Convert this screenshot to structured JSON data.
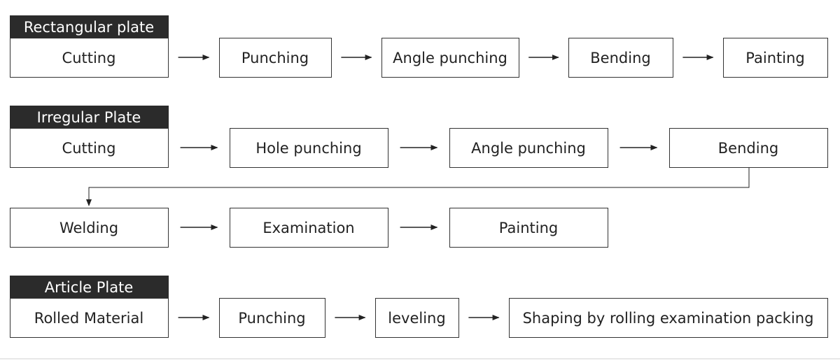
{
  "colors": {
    "header_bg": "#2b2b2b",
    "header_text": "#ffffff",
    "box_border": "#333333",
    "text": "#222222",
    "arrow": "#222222"
  },
  "sections": [
    {
      "key": "rectangular",
      "title": "Rectangular plate",
      "steps": [
        "Cutting",
        "Punching",
        "Angle punching",
        "Bending",
        "Painting"
      ]
    },
    {
      "key": "irregular",
      "title": "Irregular Plate",
      "steps": [
        "Cutting",
        "Hole punching",
        "Angle punching",
        "Bending"
      ],
      "continued_steps": [
        "Welding",
        "Examination",
        "Painting"
      ]
    },
    {
      "key": "article",
      "title": "Article Plate",
      "steps": [
        "Rolled Material",
        "Punching",
        "leveling",
        "Shaping by rolling examination packing"
      ]
    }
  ]
}
